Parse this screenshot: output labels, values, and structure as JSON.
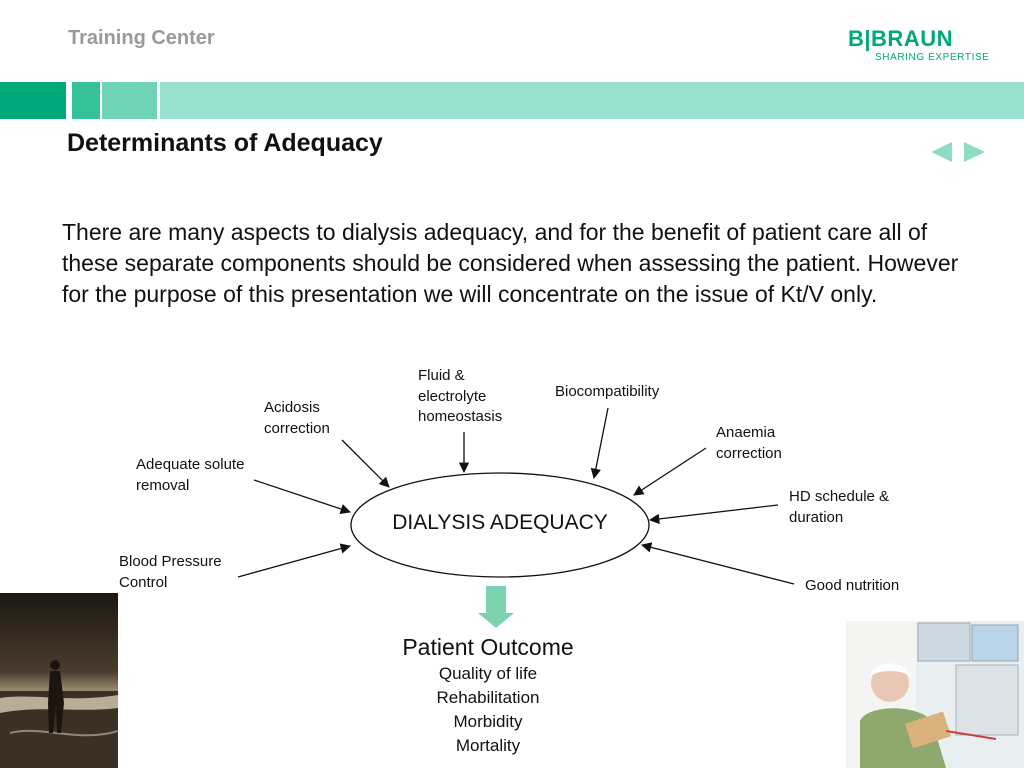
{
  "header": {
    "title": "Training Center",
    "logo": {
      "brand": "B|BRAUN",
      "tagline": "SHARING EXPERTISE"
    }
  },
  "slide": {
    "title": "Determinants of Adequacy",
    "intro": "There are many aspects to dialysis adequacy, and for the benefit of patient care all of these separate components should be considered when assessing the patient. However for the purpose of this presentation we will concentrate on the issue of Kt/V only."
  },
  "nav": {
    "prev": "previous-slide",
    "next": "next-slide"
  },
  "diagram": {
    "center": "DIALYSIS ADEQUACY",
    "factors": {
      "fluid": [
        "Fluid &",
        "electrolyte",
        "homeostasis"
      ],
      "biocompat": [
        "Biocompatibility"
      ],
      "acidosis": [
        "Acidosis",
        "correction"
      ],
      "anaemia": [
        "Anaemia",
        "correction"
      ],
      "solute": [
        "Adequate solute",
        "removal"
      ],
      "hd": [
        "HD schedule &",
        "duration"
      ],
      "bp": [
        "Blood Pressure",
        "Control"
      ],
      "nutrition": [
        "Good nutrition"
      ]
    },
    "outcome": {
      "title": "Patient Outcome",
      "items": [
        "Quality of life",
        "Rehabilitation",
        "Morbidity",
        "Mortality"
      ]
    }
  },
  "colors": {
    "brand": "#00a97a",
    "band_light": "#98e1ce",
    "arrow_down": "#7dd3ae",
    "nav": "#8fdcc4"
  }
}
